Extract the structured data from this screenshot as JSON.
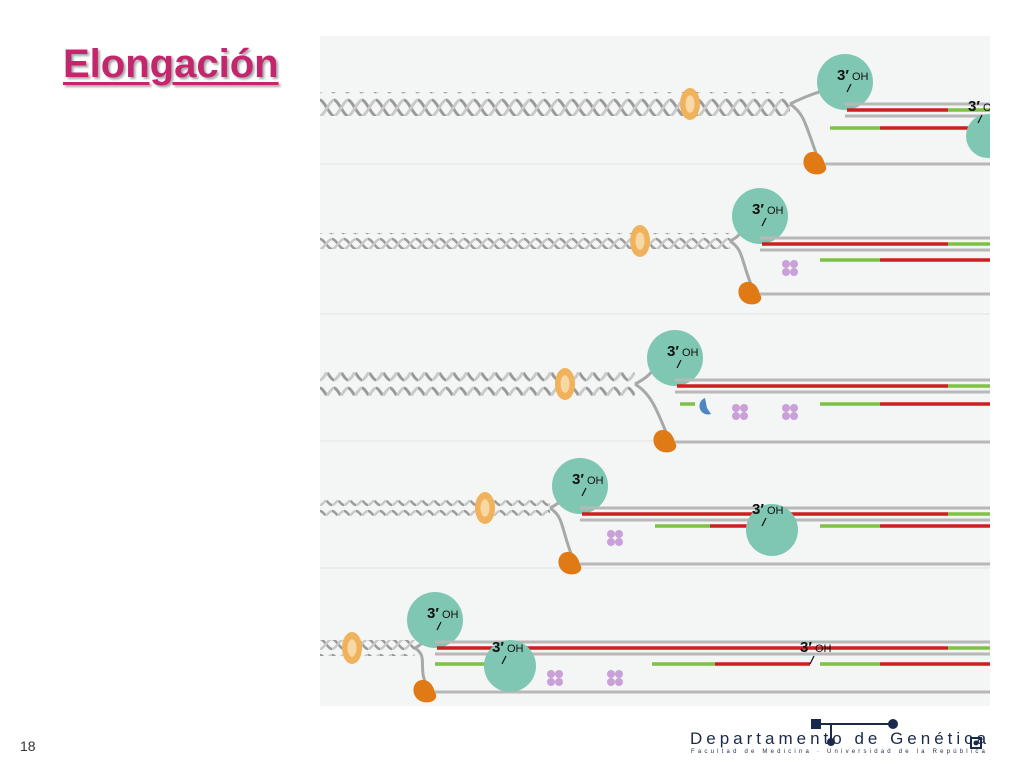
{
  "slide": {
    "title": "Elongación",
    "page_number": "18"
  },
  "figure": {
    "primer_label": "3′",
    "hydroxyl_label": "OH"
  },
  "footer": {
    "department": "Departamento de Genética",
    "subtitle": "Facultad de Medicina · Universidad de la República"
  },
  "colors": {
    "title": "#c4266e",
    "dna_strand": "#b8b8b8",
    "rna_primer": "#cc1f1f",
    "new_fragment": "#7dc242",
    "polymerase": "#7fc7b2",
    "helicase_ring": "#f0b25a",
    "primase": "#e07a14",
    "ssb_protein": "#c9a0d8",
    "ligase_clamp": "#4f86c2",
    "logo": "#1a2a4c"
  }
}
